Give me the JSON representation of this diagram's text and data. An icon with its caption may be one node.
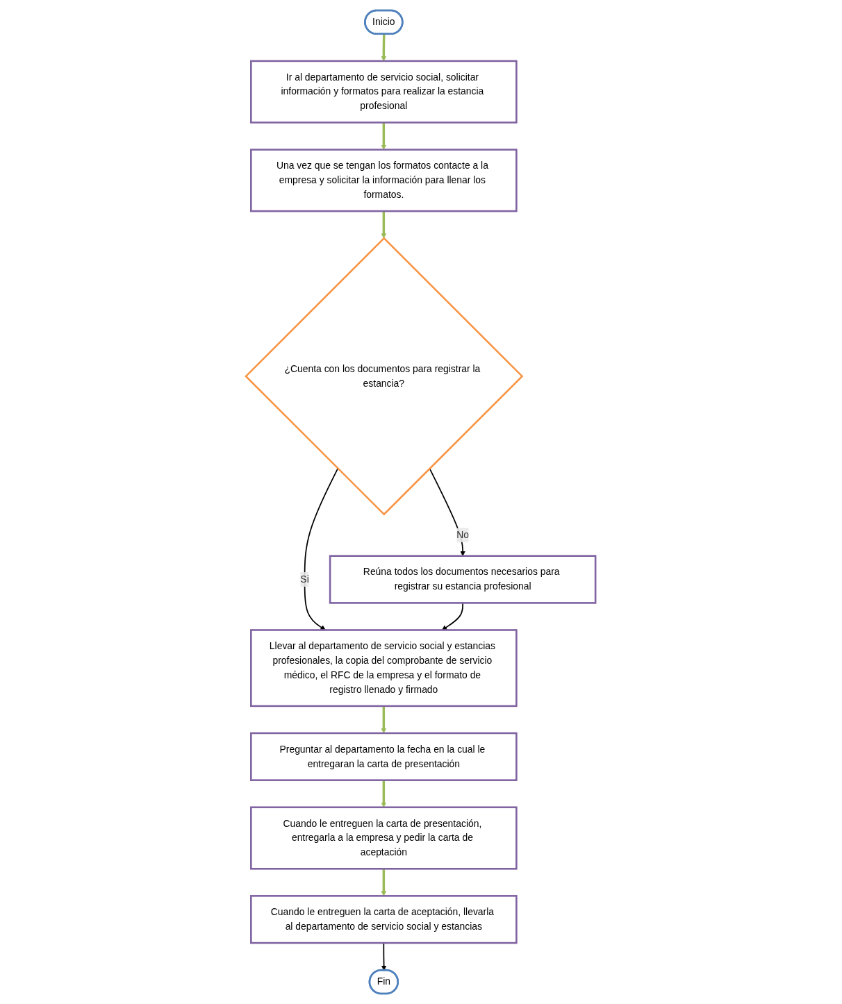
{
  "diagram": {
    "nodes": [
      {
        "text": [
          "Inicio"
        ]
      },
      {
        "text": [
          "Ir al departamento de servicio social, solicitar información y formatos para realizar la estancia profesional"
        ]
      },
      {
        "text": [
          "Una vez que se tengan los formatos contacte a la empresa y solicitar la información para llenar los formatos."
        ]
      },
      {
        "text": [
          "¿Cuenta con los documentos para registrar la estancia?"
        ]
      },
      {
        "text": [
          "Llevar al departamento de servicio social y estancias profesionales, la copia del comprobante de servicio médico, el RFC de la empresa y el formato de registro llenado y firmado"
        ]
      },
      {
        "text": [
          "Preguntar al departamento la fecha en la cual le entregaran la carta de presentación"
        ]
      },
      {
        "text": [
          "Cuando le entreguen la carta de presentación, entregarla a la empresa y pedir la carta de aceptación"
        ]
      },
      {
        "text": [
          "Cuando le entreguen la carta de aceptación, llevarla al departamento de servicio social y estancias"
        ]
      },
      {
        "text": [
          "Fin"
        ]
      },
      {
        "text": [
          "Reúna todos los documentos necesarios para registrar su estancia profesional"
        ]
      }
    ],
    "edges": [
      {
        "from": 0,
        "to": 1,
        "arrow": "to"
      },
      {
        "from": 1,
        "to": 2,
        "arrow": "to"
      },
      {
        "from": 2,
        "to": 3,
        "arrow": "to"
      },
      {
        "from": 3,
        "to": 4,
        "arrow": "to",
        "label": "Si",
        "color": "#000000"
      },
      {
        "from": 3,
        "to": 9,
        "arrow": "to",
        "label": "No",
        "color": "#000000"
      },
      {
        "from": 9,
        "to": 4,
        "arrow": "to",
        "color": "#000000"
      },
      {
        "from": 4,
        "to": 5,
        "arrow": "to"
      },
      {
        "from": 5,
        "to": 6,
        "arrow": "to"
      },
      {
        "from": 6,
        "to": 7,
        "arrow": "to"
      },
      {
        "from": 7,
        "to": 8,
        "arrow": "to",
        "color": "#000000"
      }
    ]
  }
}
